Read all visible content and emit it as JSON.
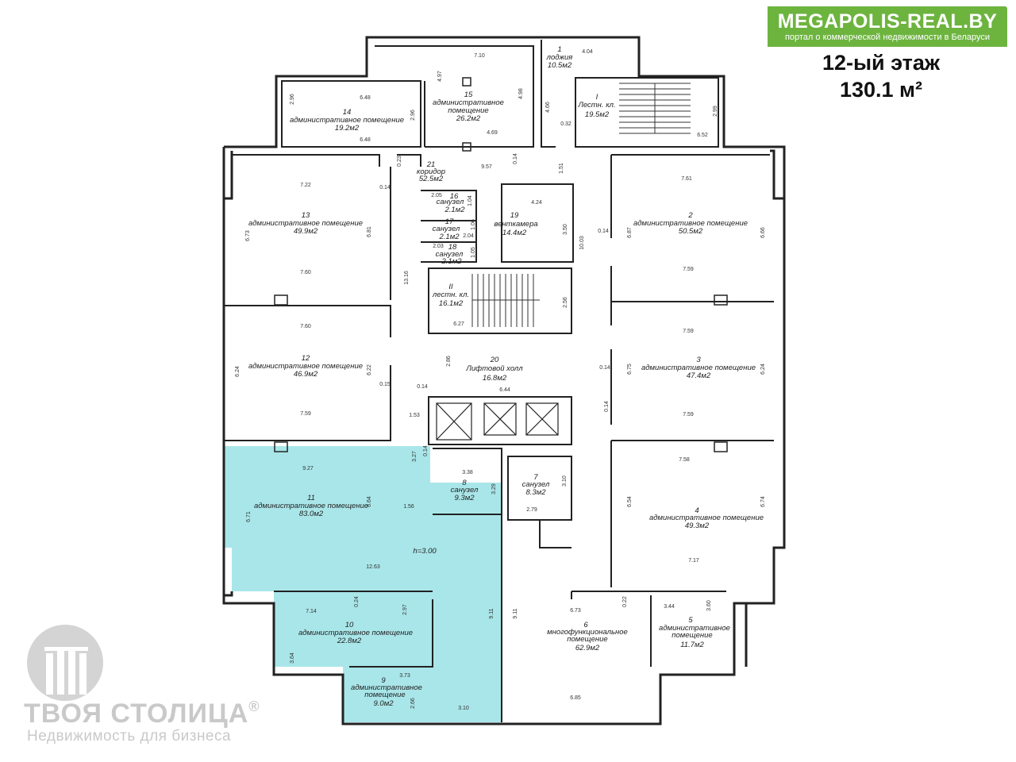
{
  "brand": {
    "name": "MEGAPOLIS-REAL.BY",
    "tagline": "портал о коммерческой недвижимости в Беларуси",
    "color": "#6db43f"
  },
  "floor": {
    "title": "12-ый этаж",
    "area": "130.1 м²"
  },
  "highlight_color": "#a9e6e9",
  "watermark": {
    "name": "ТВОЯ СТОЛИЦА",
    "registered": "®",
    "subtitle": "Недвижимость для бизнеса"
  },
  "rooms": {
    "r1": {
      "num": "1",
      "name": "лоджия",
      "area": "10.5м2"
    },
    "r2": {
      "num": "2",
      "name": "административное помещение",
      "area": "50.5м2"
    },
    "r3": {
      "num": "3",
      "name": "административное помещение",
      "area": "47.4м2"
    },
    "r4": {
      "num": "4",
      "name": "административное помещение",
      "area": "49.3м2"
    },
    "r5": {
      "num": "5",
      "name1": "административное",
      "name2": "помещение",
      "area": "11.7м2"
    },
    "r6": {
      "num": "6",
      "name1": "многофункциональное",
      "name2": "помещение",
      "area": "62.9м2"
    },
    "r7": {
      "num": "7",
      "name": "санузел",
      "area": "8.3м2"
    },
    "r8": {
      "num": "8",
      "name": "санузел",
      "area": "9.3м2"
    },
    "r9": {
      "num": "9",
      "name1": "административное",
      "name2": "помещение",
      "area": "9.0м2"
    },
    "r10": {
      "num": "10",
      "name": "административное помещение",
      "area": "22.8м2"
    },
    "r11": {
      "num": "11",
      "name": "административное помещение",
      "area": "83.0м2"
    },
    "r12": {
      "num": "12",
      "name": "административное помещение",
      "area": "46.9м2"
    },
    "r13": {
      "num": "13",
      "name": "административное помещение",
      "area": "49.9м2"
    },
    "r14": {
      "num": "14",
      "name": "административное помещение",
      "area": "19.2м2"
    },
    "r15": {
      "num": "15",
      "name1": "административное",
      "name2": "помещение",
      "area": "26.2м2"
    },
    "r16": {
      "num": "16",
      "name": "санузел",
      "area": "2.1м2"
    },
    "r17": {
      "num": "17",
      "name": "санузел",
      "area": "2.1м2"
    },
    "r18": {
      "num": "18",
      "name": "санузел",
      "area": "2.1м2"
    },
    "r19": {
      "num": "19",
      "name": "венткамера",
      "area": "14.4м2"
    },
    "r20": {
      "num": "20",
      "name": "Лифтовой холл",
      "area": "16.8м2"
    },
    "r21": {
      "num": "21",
      "name": "коридор",
      "area": "52.5м2"
    },
    "sI": {
      "num": "I",
      "name": "Лестн. кл.",
      "area": "19.5м2"
    },
    "sII": {
      "num": "II",
      "name": "лестн. кл.",
      "area": "16.1м2"
    }
  },
  "ceiling_height": "h=3.00",
  "dims": {
    "d1": "7.10",
    "d2": "4.04",
    "d3": "4.97",
    "d4": "4.98",
    "d5": "4.66",
    "d6": "0.32",
    "d7": "2.99",
    "d8": "2.96",
    "d9": "6.48",
    "d10": "2.96",
    "d11": "6.48",
    "d12": "4.69",
    "d13": "6.52",
    "d14": "0.23",
    "d15": "9.57",
    "d16": "0.14",
    "d17": "1.51",
    "d18": "7.22",
    "d19": "0.14",
    "d20": "2.05",
    "d21": "1.04",
    "d22": "4.24",
    "d23": "7.61",
    "d24": "1.06",
    "d25": "2.04",
    "d26": "6.73",
    "d27": "6.81",
    "d28": "3.50",
    "d29": "10.03",
    "d30": "0.14",
    "d31": "6.87",
    "d32": "6.66",
    "d33": "2.03",
    "d34": "1.05",
    "d35": "7.60",
    "d36": "13.16",
    "d37": "7.59",
    "d38": "2.56",
    "d39": "6.27",
    "d40": "7.60",
    "d41": "7.59",
    "d42": "2.86",
    "d43": "6.24",
    "d44": "6.22",
    "d45": "0.14",
    "d46": "6.75",
    "d47": "6.24",
    "d48": "0.15",
    "d49": "0.14",
    "d50": "6.44",
    "d51": "0.14",
    "d52": "7.59",
    "d53": "1.53",
    "d54": "7.59",
    "d55": "9.27",
    "d56": "3.27",
    "d57": "0.14",
    "d58": "3.38",
    "d59": "3.29",
    "d60": "3.10",
    "d61": "7.58",
    "d62": "6.64",
    "d63": "6.71",
    "d64": "1.56",
    "d65": "2.79",
    "d66": "6.54",
    "d67": "6.74",
    "d68": "12.63",
    "d69": "7.17",
    "d70": "0.24",
    "d71": "7.14",
    "d72": "2.97",
    "d73": "9.11",
    "d74": "9.11",
    "d75": "6.73",
    "d76": "0.22",
    "d77": "3.44",
    "d78": "3.60",
    "d79": "3.64",
    "d80": "3.73",
    "d81": "2.66",
    "d82": "3.10",
    "d83": "6.85"
  }
}
